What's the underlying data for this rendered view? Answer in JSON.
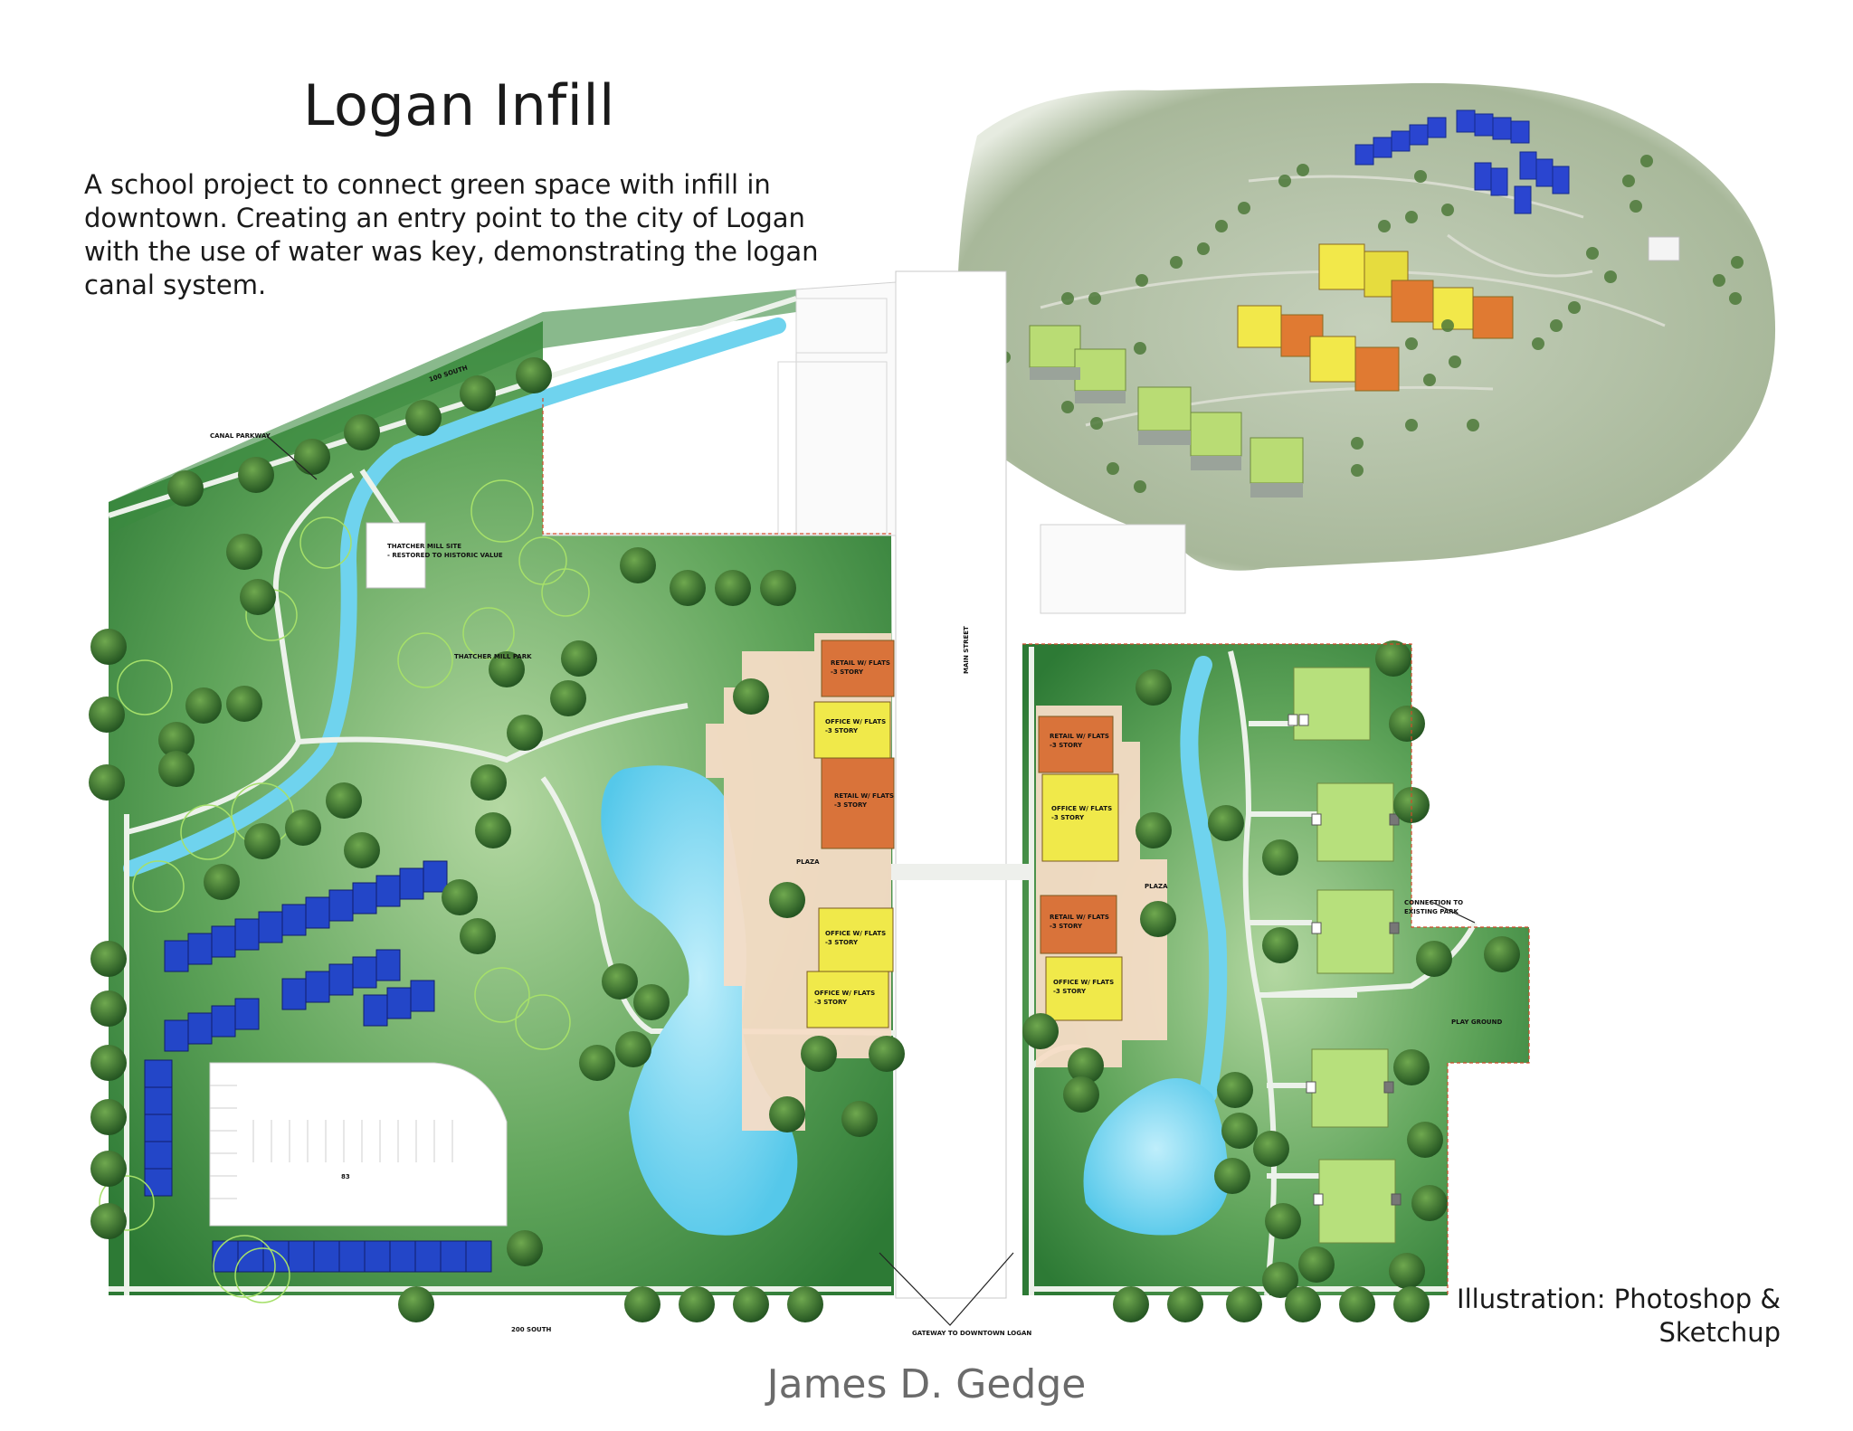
{
  "header": {
    "title": "Logan Infill",
    "description": "A school project to connect green space with infill in downtown. Creating an entry point to the city of Logan with the use of water was key, demonstrating the logan canal system."
  },
  "plan_labels": {
    "street_100_south": "100 SOUTH",
    "street_200_south": "200 SOUTH",
    "main_street": "MAIN STREET",
    "canal_parkway": "CANAL PARKWAY",
    "thatcher_mill_site_1": "THATCHER MILL SITE",
    "thatcher_mill_site_2": "- RESTORED TO HISTORIC VALUE",
    "thatcher_mill_park": "THATCHER MILL PARK",
    "plaza_west": "PLAZA",
    "plaza_east": "PLAZA",
    "gateway": "GATEWAY TO DOWNTOWN LOGAN",
    "connection_1": "CONNECTION TO",
    "connection_2": "EXISTING PARK",
    "play_ground": "PLAY GROUND",
    "parking_count": "83",
    "story_note": "-3 STORY",
    "bldg_w1": "RETAIL W/ FLATS",
    "bldg_w2": "OFFICE W/ FLATS",
    "bldg_w3": "RETAIL W/ FLATS",
    "bldg_w4": "OFFICE W/ FLATS",
    "bldg_w5": "OFFICE W/ FLATS",
    "bldg_e1": "RETAIL W/ FLATS",
    "bldg_e2": "OFFICE W/ FLATS",
    "bldg_e3": "RETAIL W/ FLATS",
    "bldg_e4": "OFFICE W/ FLATS"
  },
  "colors": {
    "park_green": "#2f7a37",
    "light_green": "#a9d08e",
    "water": "#6fd3ee",
    "retail": "#d9733a",
    "office": "#f0e94a",
    "townhouse": "#2346c8",
    "plaza": "#f6dcc6",
    "pad": "#b7e07c",
    "tree": "#2d6a2a"
  },
  "footer": {
    "credit": "Illustration: Photoshop & Sketchup",
    "author": "James D. Gedge"
  }
}
